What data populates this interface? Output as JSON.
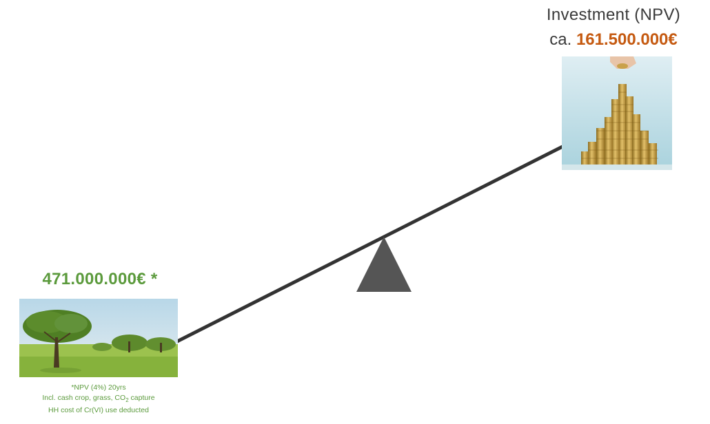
{
  "investment": {
    "title": "Investment (NPV)",
    "prefix": "ca.",
    "amount": "161.500.000€",
    "amount_color": "#c55a11",
    "image_icon": "coin-stacks-icon"
  },
  "benefit": {
    "amount": "471.000.000€ *",
    "amount_color": "#5b9a3c",
    "image_icon": "savanna-trees-icon",
    "footnote": {
      "line1": "*NPV (4%) 20yrs",
      "line2_pre": "Incl. cash crop, grass, CO",
      "line2_sub": "2",
      "line2_post": " capture",
      "line3": "HH cost of Cr(VI) use deducted"
    }
  },
  "seesaw": {
    "beam_color": "#333333",
    "fulcrum_color": "#555555"
  }
}
